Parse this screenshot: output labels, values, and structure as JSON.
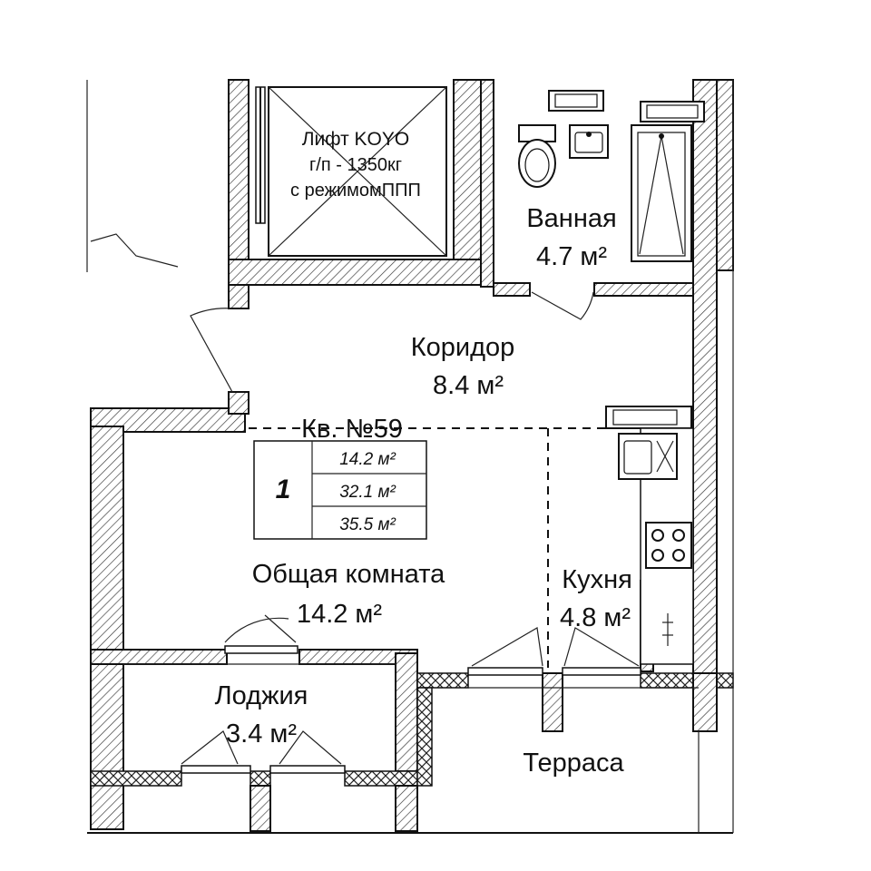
{
  "elevator": {
    "line1": "Лифт KOYO",
    "line2": "г/п - 1350кг",
    "line3": "с режимомППП"
  },
  "rooms": {
    "bathroom": {
      "name": "Ванная",
      "area": "4.7 м²"
    },
    "corridor": {
      "name": "Коридор",
      "area": "8.4 м²"
    },
    "living": {
      "name": "Общая комната",
      "area": "14.2 м²"
    },
    "kitchen": {
      "name": "Кухня",
      "area": "4.8 м²"
    },
    "loggia": {
      "name": "Лоджия",
      "area": "3.4 м²"
    },
    "terrace": {
      "name": "Терраса"
    }
  },
  "apartment": {
    "title": "Кв. №59",
    "rooms_count": "1",
    "areas": [
      "14.2 м²",
      "32.1 м²",
      "35.5 м²"
    ]
  }
}
